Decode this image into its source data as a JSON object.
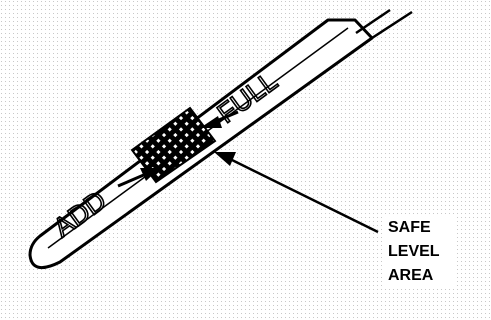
{
  "diagram": {
    "labels": {
      "add": "ADD",
      "full": "FULL",
      "safe_level_lines": [
        "SAFE",
        "LEVEL",
        "AREA"
      ]
    },
    "colors": {
      "ink": "#000000",
      "paper": "#ffffff",
      "dot_screen": "#c8c8c8"
    }
  }
}
